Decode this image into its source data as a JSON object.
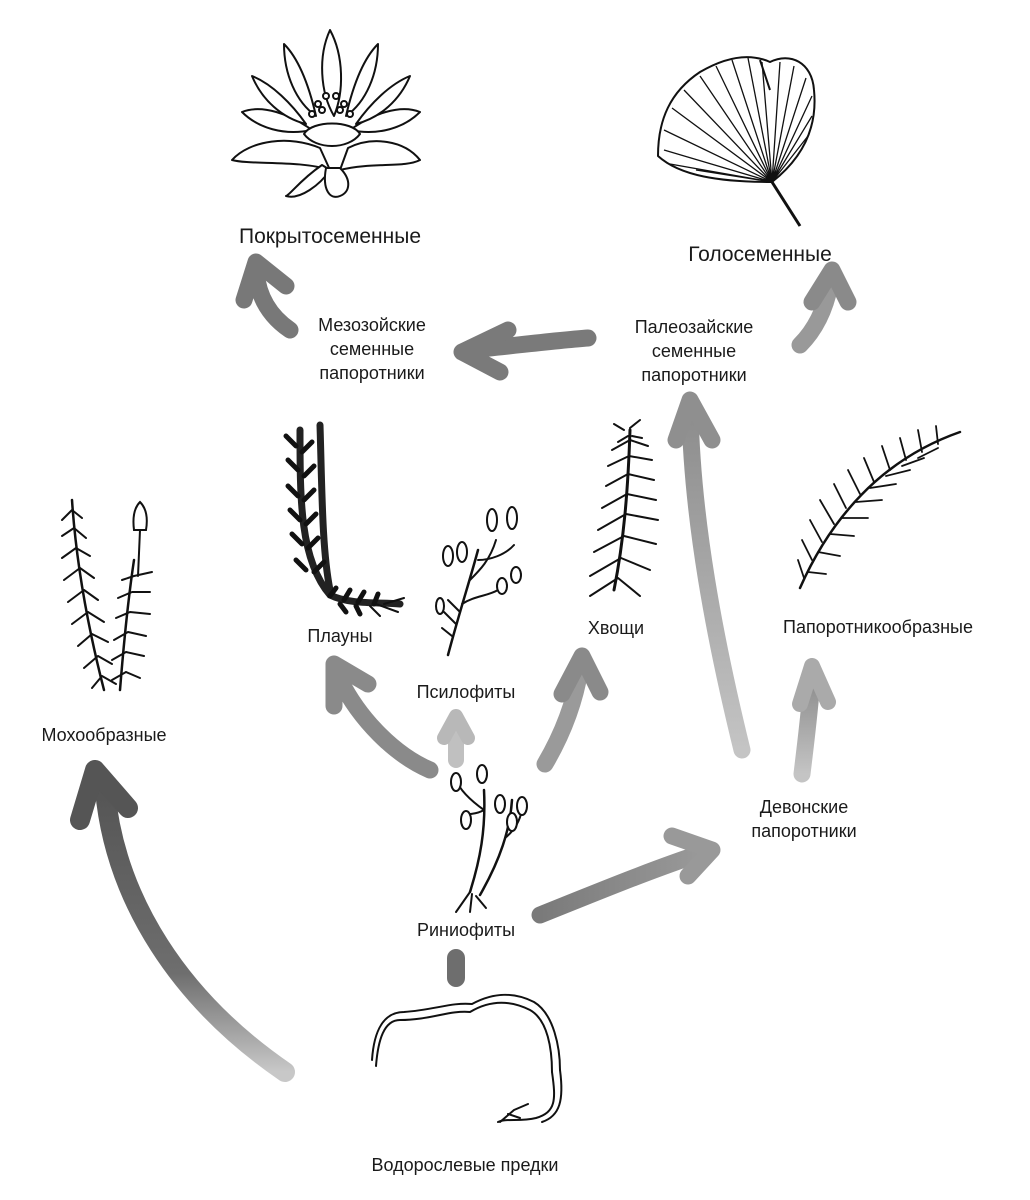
{
  "labels": {
    "angiosperms": "Покрытосеменные",
    "gymnosperms": "Голосеменные",
    "mesozoic_seed_ferns": [
      "Мезозойские",
      "семенные",
      "папоротники"
    ],
    "paleozoic_seed_ferns": [
      "Палеозайские",
      "семенные",
      "папоротники"
    ],
    "lycophytes": "Плауны",
    "psilophytes": "Псилофиты",
    "horsetails": "Хвощи",
    "pteridophytes": "Папоротникообразные",
    "bryophytes": "Мохообразные",
    "devonian_ferns": [
      "Девонские",
      "папоротники"
    ],
    "rhyniophytes": "Риниофиты",
    "algal_ancestors": "Водорослевые предки"
  },
  "colors": {
    "arrow_dark": "#6e6e6e",
    "arrow_mid": "#8a8a8a",
    "arrow_light": "#b0b0b0",
    "ink": "#111111"
  }
}
